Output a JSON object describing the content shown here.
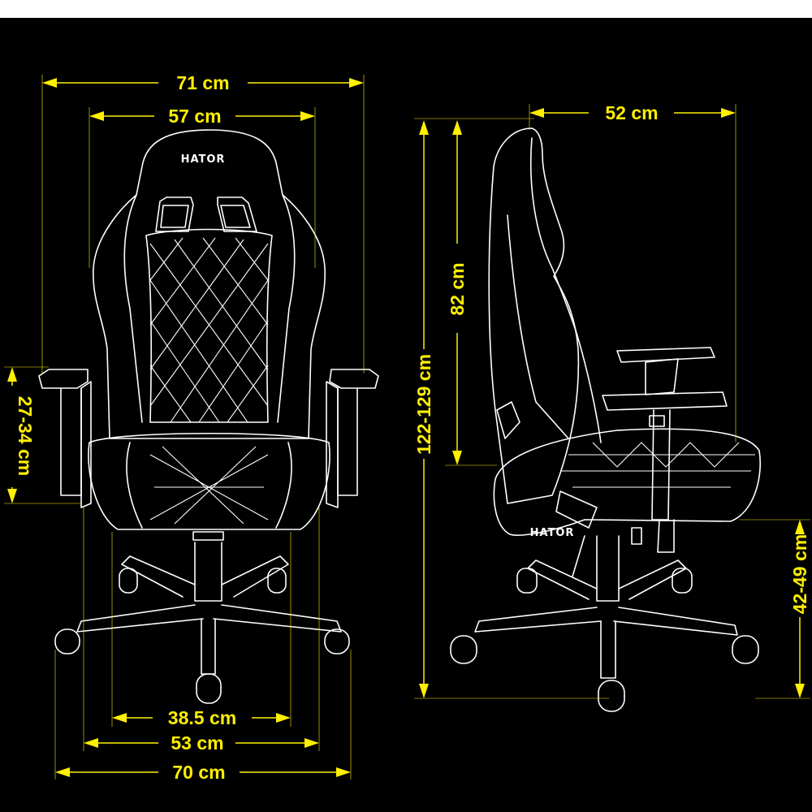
{
  "brand": {
    "front_logo": "HATOR",
    "side_logo": "HATOR"
  },
  "front_view": {
    "overall_width": "71 cm",
    "backrest_width": "57 cm",
    "armrest_height": "27-34 cm",
    "seat_width": "38.5 cm",
    "seat_depth_span": "53 cm",
    "base_width": "70 cm"
  },
  "side_view": {
    "depth": "52 cm",
    "backrest_height": "82 cm",
    "total_height": "122-129 cm",
    "seat_height": "42-49 cm"
  },
  "colors": {
    "background": "#000000",
    "lines": "#ffffff",
    "dimensions": "#ffef00"
  }
}
